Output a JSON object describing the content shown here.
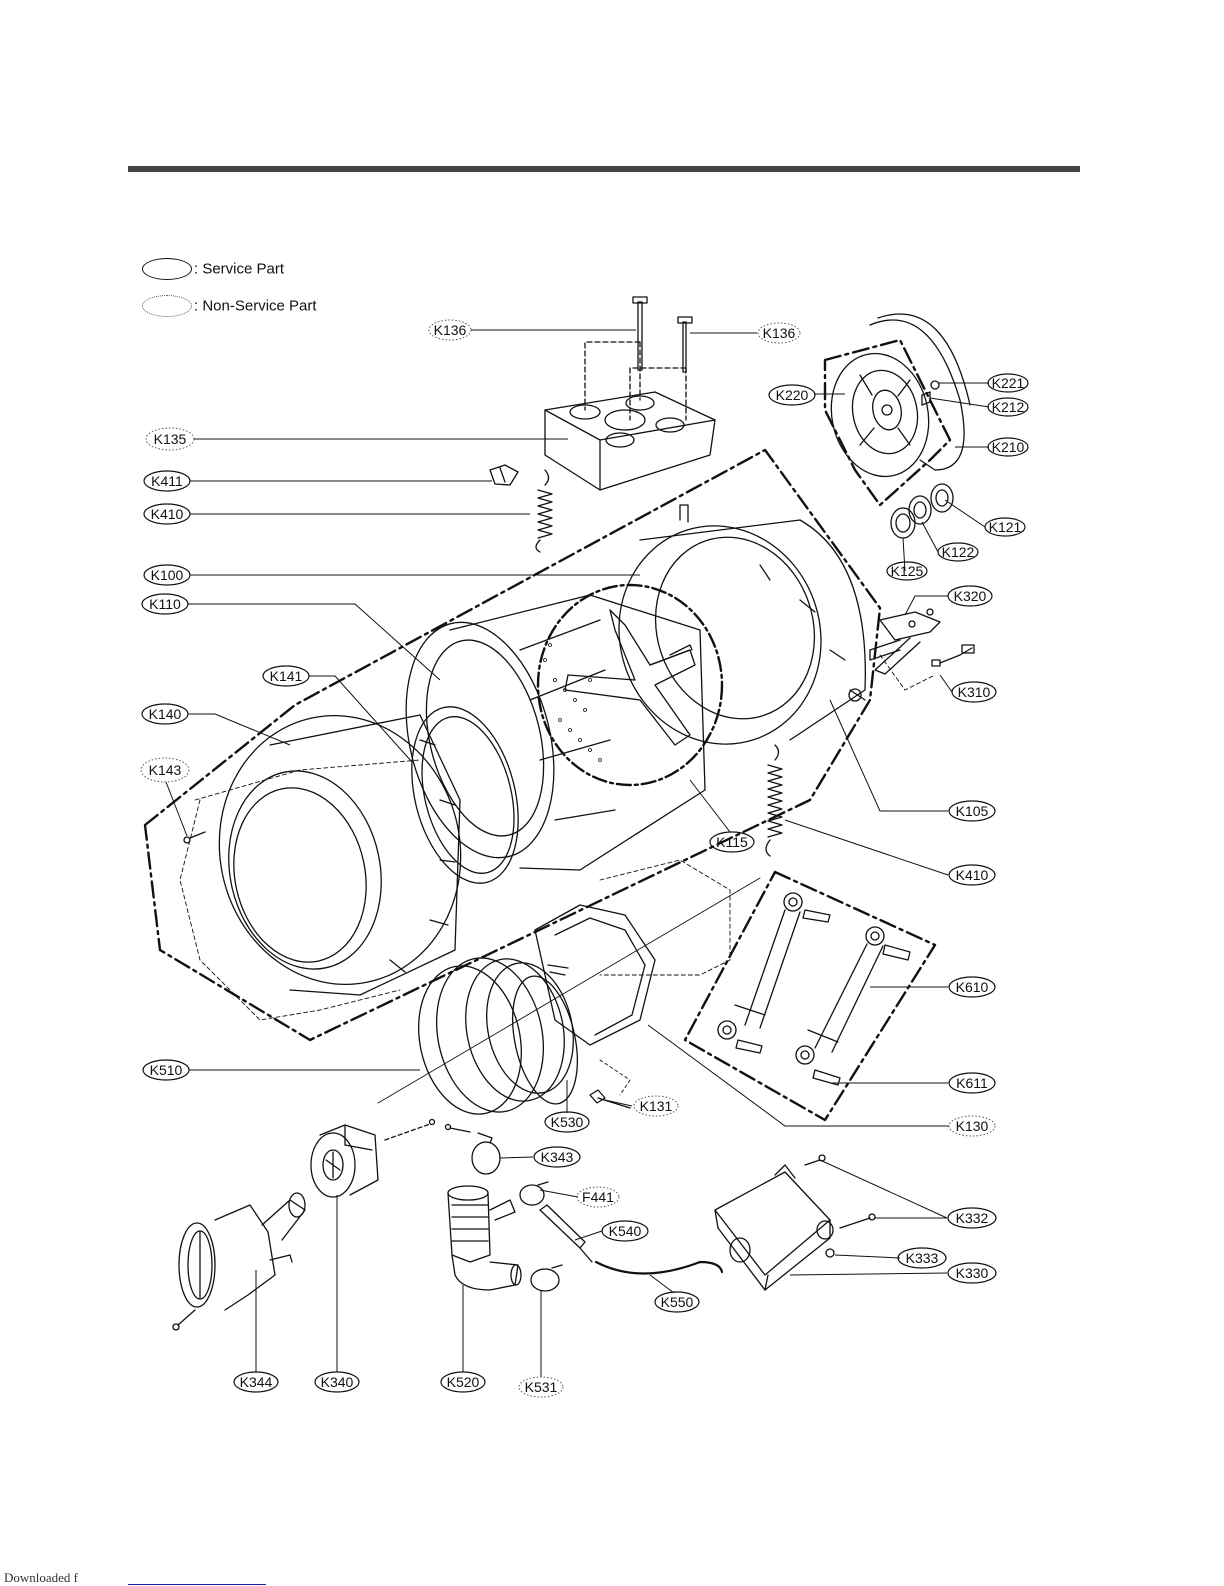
{
  "legend": {
    "service": ": Service Part",
    "non_service": ": Non-Service Part"
  },
  "footer": {
    "text": "Downloaded f"
  },
  "callouts": [
    {
      "id": "k136a",
      "label": "K136",
      "service": false
    },
    {
      "id": "k136b",
      "label": "K136",
      "service": false
    },
    {
      "id": "k135",
      "label": "K135",
      "service": false
    },
    {
      "id": "k411",
      "label": "K411",
      "service": true
    },
    {
      "id": "k410a",
      "label": "K410",
      "service": true
    },
    {
      "id": "k100",
      "label": "K100",
      "service": true
    },
    {
      "id": "k110",
      "label": "K110",
      "service": true
    },
    {
      "id": "k141",
      "label": "K141",
      "service": true
    },
    {
      "id": "k140",
      "label": "K140",
      "service": true
    },
    {
      "id": "k143",
      "label": "K143",
      "service": false
    },
    {
      "id": "k220",
      "label": "K220",
      "service": true
    },
    {
      "id": "k221",
      "label": "K221",
      "service": true
    },
    {
      "id": "k212",
      "label": "K212",
      "service": true
    },
    {
      "id": "k210",
      "label": "K210",
      "service": true
    },
    {
      "id": "k121",
      "label": "K121",
      "service": true
    },
    {
      "id": "k122",
      "label": "K122",
      "service": true
    },
    {
      "id": "k125",
      "label": "K125",
      "service": true
    },
    {
      "id": "k320",
      "label": "K320",
      "service": true
    },
    {
      "id": "k310",
      "label": "K310",
      "service": true
    },
    {
      "id": "k105",
      "label": "K105",
      "service": true
    },
    {
      "id": "k115",
      "label": "K115",
      "service": true
    },
    {
      "id": "k410b",
      "label": "K410",
      "service": true
    },
    {
      "id": "k610",
      "label": "K610",
      "service": true
    },
    {
      "id": "k611",
      "label": "K611",
      "service": true
    },
    {
      "id": "k130",
      "label": "K130",
      "service": false
    },
    {
      "id": "k510",
      "label": "K510",
      "service": true
    },
    {
      "id": "k530",
      "label": "K530",
      "service": true
    },
    {
      "id": "k131",
      "label": "K131",
      "service": false
    },
    {
      "id": "k343",
      "label": "K343",
      "service": true
    },
    {
      "id": "f441",
      "label": "F441",
      "service": false
    },
    {
      "id": "k540",
      "label": "K540",
      "service": true
    },
    {
      "id": "k550",
      "label": "K550",
      "service": true
    },
    {
      "id": "k332",
      "label": "K332",
      "service": true
    },
    {
      "id": "k333",
      "label": "K333",
      "service": true
    },
    {
      "id": "k330",
      "label": "K330",
      "service": true
    },
    {
      "id": "k344",
      "label": "K344",
      "service": true
    },
    {
      "id": "k340",
      "label": "K340",
      "service": true
    },
    {
      "id": "k520",
      "label": "K520",
      "service": true
    },
    {
      "id": "k531",
      "label": "K531",
      "service": false
    }
  ]
}
